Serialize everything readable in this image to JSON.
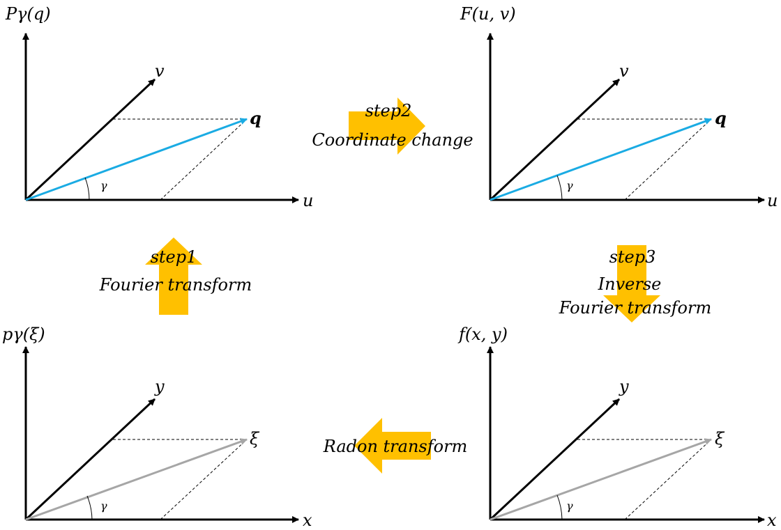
{
  "colors": {
    "arrow_fill": "#FFC000",
    "axis": "#000000",
    "vector_fourier": "#1AABE3",
    "vector_real": "#A6A6A6"
  },
  "panels": {
    "top_left": {
      "ylabel": "Pγ(q)",
      "axis_u": "u",
      "axis_v": "v",
      "vector_label": "q",
      "angle_label": "γ"
    },
    "top_right": {
      "ylabel": "F(u, v)",
      "axis_u": "u",
      "axis_v": "v",
      "vector_label": "q",
      "angle_label": "γ"
    },
    "bottom_left": {
      "ylabel": "pγ(ξ)",
      "axis_u": "x",
      "axis_v": "y",
      "vector_label": "ξ",
      "angle_label": "γ"
    },
    "bottom_right": {
      "ylabel": "f(x, y)",
      "axis_u": "x",
      "axis_v": "y",
      "vector_label": "ξ",
      "angle_label": "γ"
    }
  },
  "steps": {
    "step1": {
      "title": "step1",
      "line1": "Fourier transform"
    },
    "step2": {
      "title": "step2",
      "line1": "Coordinate change"
    },
    "step3": {
      "title": "step3",
      "line1": "Inverse",
      "line2": "Fourier transform"
    },
    "radon": {
      "line1": "Radon transform"
    }
  }
}
